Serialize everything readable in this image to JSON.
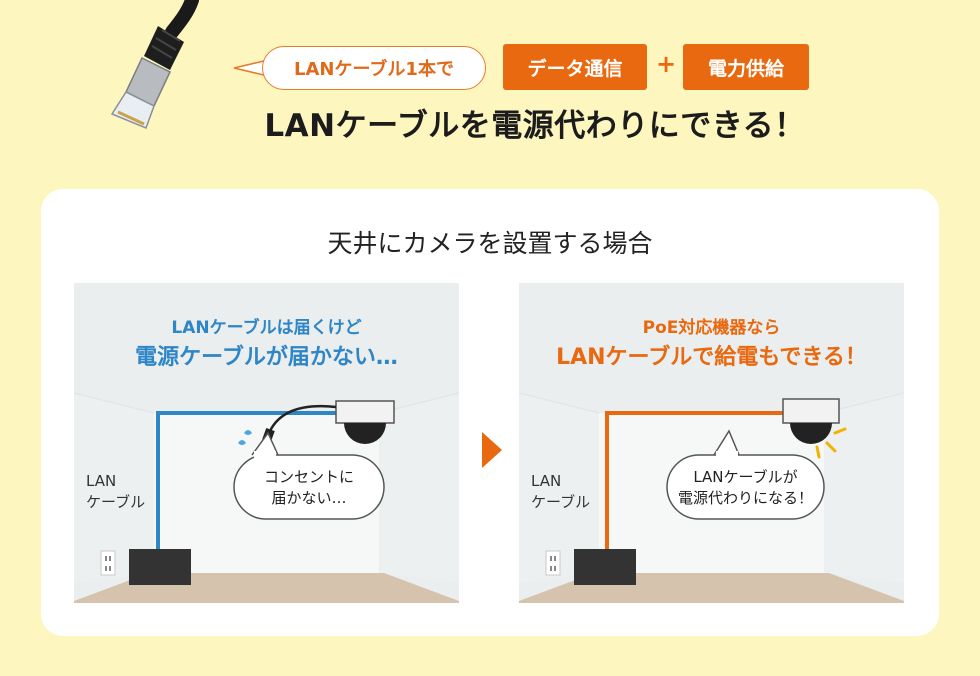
{
  "header": {
    "bubble_text": "LANケーブル1本で",
    "box_data": "データ通信",
    "plus": "+",
    "box_power": "電力供給",
    "headline": "LANケーブルを電源代わりにできる！"
  },
  "card": {
    "title": "天井にカメラを設置する場合",
    "left": {
      "caption_line1": "LANケーブルは届くけど",
      "caption_line2": "電源ケーブルが届かない…",
      "lan_label_1": "LAN",
      "lan_label_2": "ケーブル",
      "speech_line1": "コンセントに",
      "speech_line2": "届かない…"
    },
    "right": {
      "caption_line1": "PoE対応機器なら",
      "caption_line2": "LANケーブルで給電もできる！",
      "lan_label_1": "LAN",
      "lan_label_2": "ケーブル",
      "speech_line1": "LANケーブルが",
      "speech_line2": "電源代わりになる！"
    }
  },
  "colors": {
    "background": "#fdf6bf",
    "accent_orange": "#e8690f",
    "accent_blue": "#2f86c6"
  }
}
